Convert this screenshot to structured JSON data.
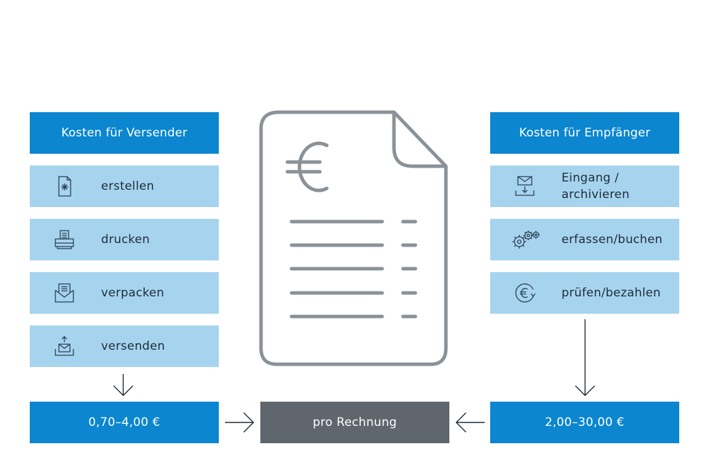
{
  "left": {
    "header": "Kosten für Versender",
    "steps": [
      {
        "label": "erstellen",
        "icon": "document-create-icon"
      },
      {
        "label": "drucken",
        "icon": "printer-icon"
      },
      {
        "label": "verpacken",
        "icon": "envelope-pack-icon"
      },
      {
        "label": "versenden",
        "icon": "send-tray-icon"
      }
    ],
    "total": "0,70–4,00 €"
  },
  "right": {
    "header": "Kosten für Empfänger",
    "steps": [
      {
        "label_line1": "Eingang /",
        "label_line2": "archivieren",
        "icon": "inbox-download-icon"
      },
      {
        "label": "erfassen/buchen",
        "icon": "gears-icon"
      },
      {
        "label": "prüfen/bezahlen",
        "icon": "euro-cycle-icon"
      }
    ],
    "total": "2,00–30,00 €"
  },
  "center": {
    "label": "pro Rechnung",
    "icon": "euro-invoice-document-icon"
  },
  "colors": {
    "header_blue": "#0b86cf",
    "light_blue": "#a6d4ef",
    "gray": "#5f666d",
    "doc_stroke": "#8a9298"
  }
}
